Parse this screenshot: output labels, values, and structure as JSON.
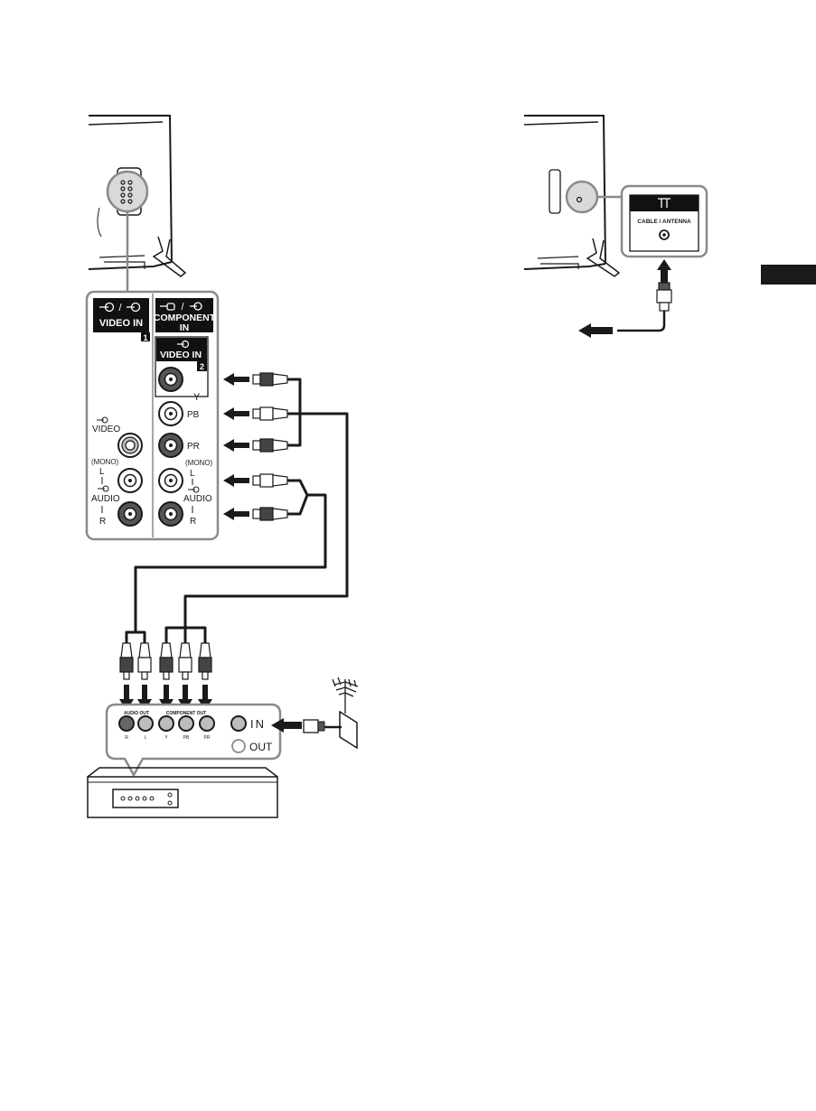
{
  "labels": {
    "video_in_header": "VIDEO IN",
    "component_header_line1": "COMPONENT",
    "component_header_line2": "IN",
    "video_in_2_label": "VIDEO IN",
    "badge_1": "1",
    "badge_2": "2",
    "y": "Y",
    "pb": "PB",
    "pr": "PR",
    "video": "VIDEO",
    "mono_left": "(MONO)",
    "mono_right": "(MONO)",
    "l_left": "L",
    "l_right": "L",
    "audio_left": "AUDIO",
    "audio_right": "AUDIO",
    "r_left": "R",
    "r_right": "R",
    "cable_antenna": "CABLE / ANTENNA",
    "audio_out": "AUDIO OUT",
    "component_out": "COMPONENT OUT",
    "dev_r": "R",
    "dev_l": "L",
    "dev_y": "Y",
    "dev_pb": "PB",
    "dev_pr": "PR",
    "in": "IN",
    "out": "OUT"
  },
  "colors": {
    "line": "#1a1a1a",
    "panel_border": "#8a8a8a",
    "header_bg": "#111111",
    "zoom_fill": "#d9d9d9",
    "jack_dark": "#555555",
    "jack_light": "#ffffff"
  }
}
